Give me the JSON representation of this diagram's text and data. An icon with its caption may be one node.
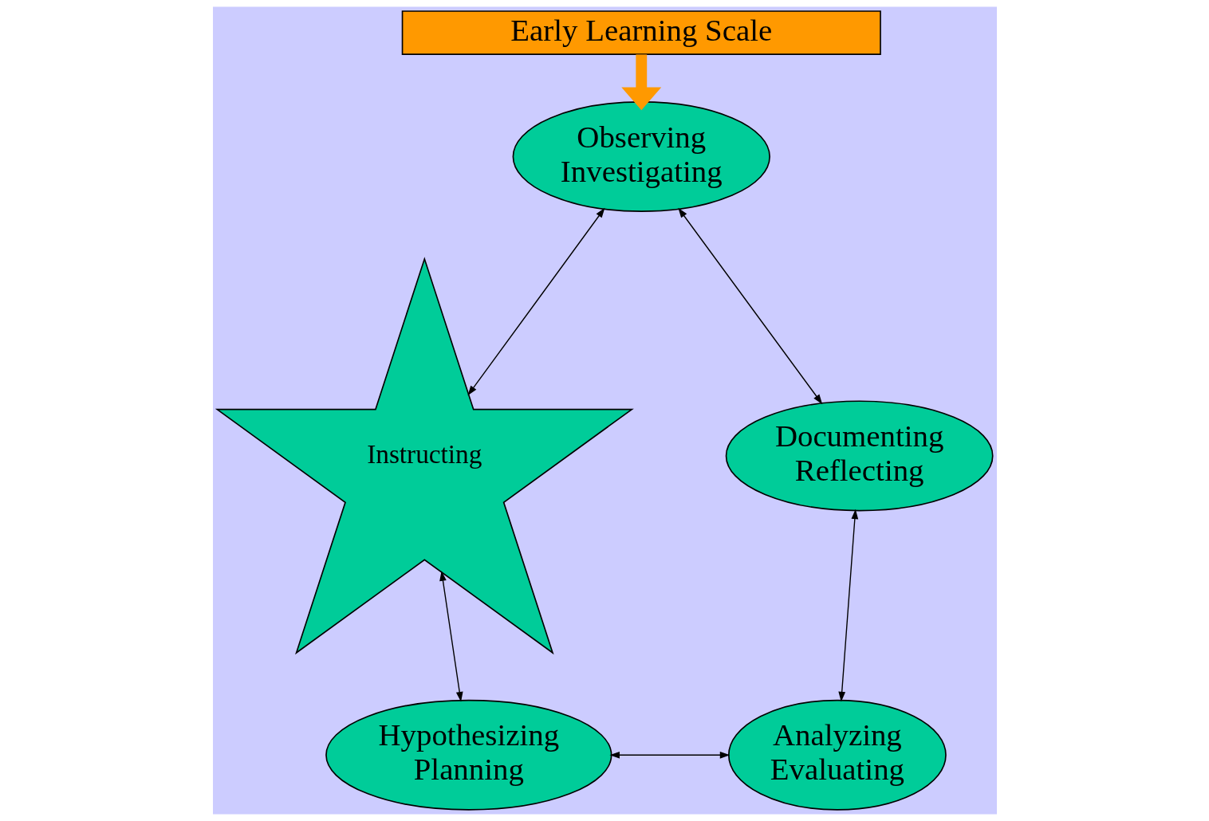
{
  "diagram": {
    "nodes": [
      {
        "text": [
          "Early Learning Scale"
        ]
      },
      {
        "text": [
          "Observing",
          "Investigating"
        ]
      },
      {
        "text": [
          "Documenting",
          "Reflecting"
        ]
      },
      {
        "text": [
          "Analyzing",
          "Evaluating"
        ]
      },
      {
        "text": [
          "Hypothesizing",
          "Planning"
        ]
      },
      {
        "text": [
          "Instructing"
        ]
      }
    ],
    "edges": [
      {
        "from": 0,
        "to": 1,
        "arrow": "to",
        "style": "thick",
        "color": "#ff9900"
      },
      {
        "from": 5,
        "to": 1,
        "arrow": "both"
      },
      {
        "from": 1,
        "to": 2,
        "arrow": "both"
      },
      {
        "from": 5,
        "to": 4,
        "arrow": "both"
      },
      {
        "from": 2,
        "to": 3,
        "arrow": "both"
      },
      {
        "from": 4,
        "to": 3,
        "arrow": "both"
      }
    ]
  }
}
